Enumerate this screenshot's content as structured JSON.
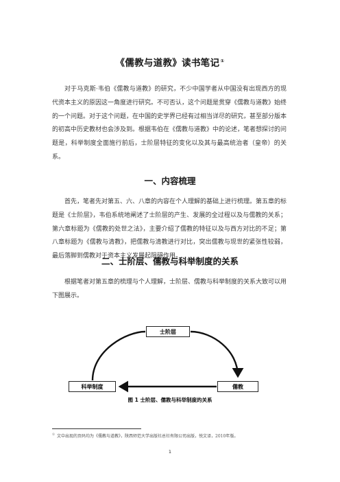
{
  "doc": {
    "title": "《儒教与道教》读书笔记",
    "title_mark": "①",
    "intro": "对于马克斯·韦伯《儒教与道教》的研究，不少中国学者从中国没有出现西方的现代资本主义的原因这一角度进行研究。不可否认，这个问题是贯穿《儒教与道教》始终的一个问题。对于这个问题，在中国的史学界已经有过相当详尽的研究，甚至部分版本的初高中历史教材也会涉及到。根据韦伯在《儒教与道教》中的论述，笔者想探讨的问题是，科举制度全面施行前后，士阶层特征的变化以及其与最高统治者（皇帝）的关系。",
    "section1": {
      "heading": "一、内容梳理",
      "text": "首先，笔者先对第五、六、八章的内容在个人理解的基础上进行梳理。第五章的标题是《士阶层》，韦伯系统地阐述了士阶层的产生、发展的全过程以及与儒教的关系；第六章标题为《儒教的处世之法》，主要介绍了儒教的特征以及与西方对比的不足；第八章标题为《儒教与清教》，把儒教与清教进行对比，突出儒教与现世的紧张性较弱，最后落脚到儒教对于资本主义发展起阻碍作用。"
    },
    "section2": {
      "heading": "二、士阶层、儒教与科举制度的关系",
      "text": "根据笔者对第五章的梳理与个人理解，士阶层、儒教与科举制度的关系大致可以用下图展示。"
    },
    "diagram": {
      "top_node": "士阶层",
      "left_node": "科举制度",
      "right_node": "儒教",
      "caption": "图 1 士阶层、儒教与科举制度的关系"
    },
    "footnote": {
      "mark": "①",
      "text": "文中出现的页码均为《儒教与道教》，陕西师范大学出版社总社有限公司出版，悦文译，2010年版。"
    },
    "page_number": "1"
  }
}
